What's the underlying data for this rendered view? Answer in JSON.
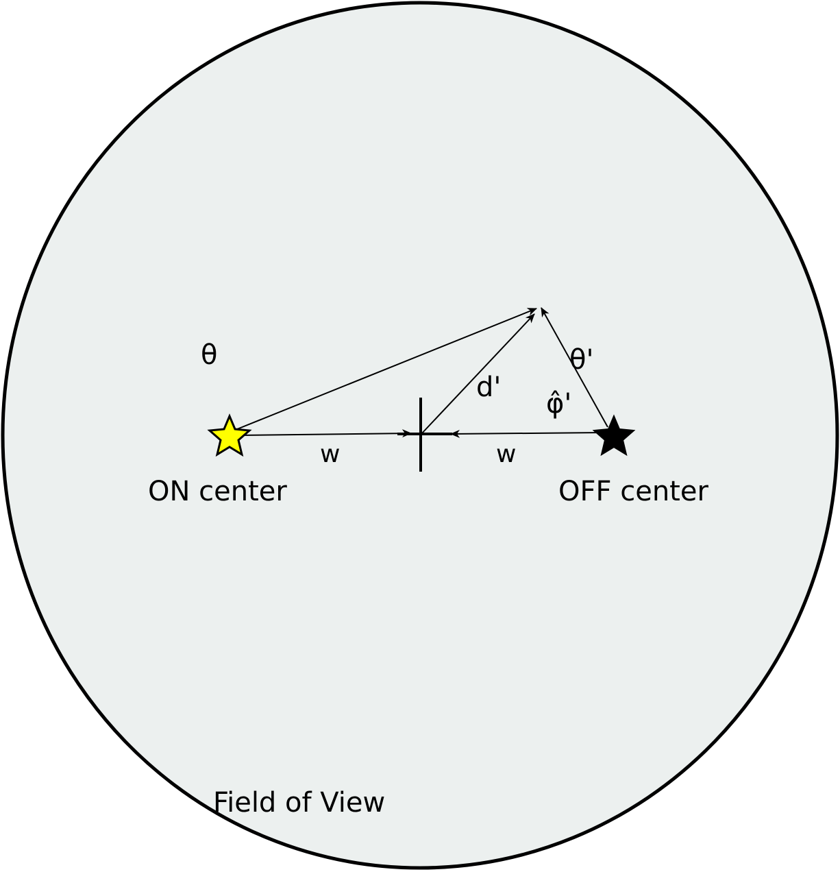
{
  "diagram": {
    "labels": {
      "theta": "θ",
      "theta_prime": "θ'",
      "d_prime": "d'",
      "phi_hat_prime": "φ̂'",
      "w_left": "w",
      "w_right": "w",
      "on_center": "ON center",
      "off_center": "OFF center",
      "field_of_view": "Field of View"
    },
    "colors": {
      "field_fill": "#ecf0ef",
      "outline": "#000000",
      "on_star_fill": "#ffff00",
      "off_star_fill": "#000000"
    },
    "icons": {
      "on_marker": "star-outline-icon",
      "off_marker": "star-filled-icon",
      "center_marker": "crosshair-icon"
    }
  }
}
